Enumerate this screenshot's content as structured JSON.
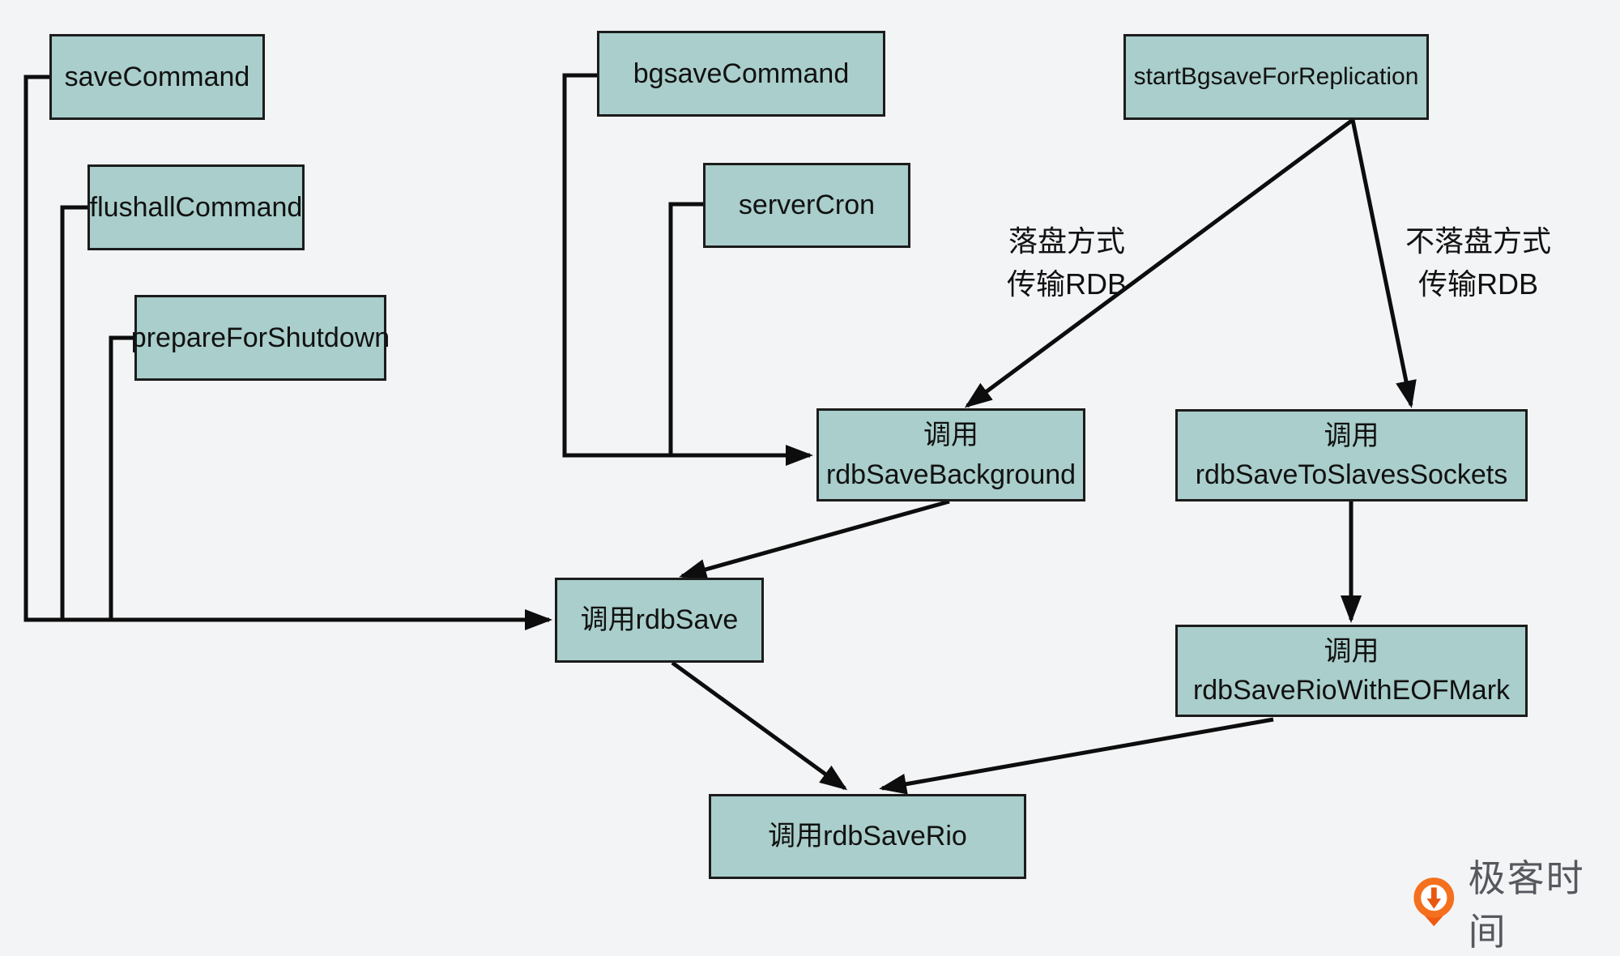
{
  "diagram_title": "Redis RDB save call-path diagram",
  "style": {
    "background": "#f3f4f6",
    "node_fill": "#a9cecb",
    "node_border": "#1c1c1c",
    "arrow_color": "#0d0d0d",
    "text_color": "#111111",
    "logo_orange": "#f4701e",
    "logo_text_color": "#56585d"
  },
  "nodes": {
    "save_command": {
      "label": "saveCommand"
    },
    "flushall_command": {
      "label": "flushallCommand"
    },
    "prepare_for_shutdown": {
      "label": "prepareForShutdown"
    },
    "bgsave_command": {
      "label": "bgsaveCommand"
    },
    "server_cron": {
      "label": "serverCron"
    },
    "start_bgsave_for_replication": {
      "label": "startBgsaveForReplication"
    },
    "call_rdb_save_background": {
      "label": "调用\nrdbSaveBackground"
    },
    "call_rdb_save_to_slaves_sockets": {
      "label": "调用\nrdbSaveToSlavesSockets"
    },
    "call_rdb_save": {
      "label": "调用rdbSave"
    },
    "call_rdb_save_rio_with_eof_mark": {
      "label": "调用\nrdbSaveRioWithEOFMark"
    },
    "call_rdb_save_rio": {
      "label": "调用rdbSaveRio"
    }
  },
  "annotations": {
    "disk": {
      "text": "落盘方式\n传输RDB"
    },
    "no_disk": {
      "text": "不落盘方式\n传输RDB"
    }
  },
  "edges": [
    {
      "from": "save_command",
      "to": "call_rdb_save",
      "label": ""
    },
    {
      "from": "flushall_command",
      "to": "call_rdb_save",
      "label": ""
    },
    {
      "from": "prepare_for_shutdown",
      "to": "call_rdb_save",
      "label": ""
    },
    {
      "from": "bgsave_command",
      "to": "call_rdb_save_background",
      "label": ""
    },
    {
      "from": "server_cron",
      "to": "call_rdb_save_background",
      "label": ""
    },
    {
      "from": "start_bgsave_for_replication",
      "to": "call_rdb_save_background",
      "label": "落盘方式 传输RDB"
    },
    {
      "from": "start_bgsave_for_replication",
      "to": "call_rdb_save_to_slaves_sockets",
      "label": "不落盘方式 传输RDB"
    },
    {
      "from": "call_rdb_save_background",
      "to": "call_rdb_save",
      "label": ""
    },
    {
      "from": "call_rdb_save_to_slaves_sockets",
      "to": "call_rdb_save_rio_with_eof_mark",
      "label": ""
    },
    {
      "from": "call_rdb_save",
      "to": "call_rdb_save_rio",
      "label": ""
    },
    {
      "from": "call_rdb_save_rio_with_eof_mark",
      "to": "call_rdb_save_rio",
      "label": ""
    }
  ],
  "logo": {
    "icon": "geektime-pin-icon",
    "text": "极客时间"
  }
}
